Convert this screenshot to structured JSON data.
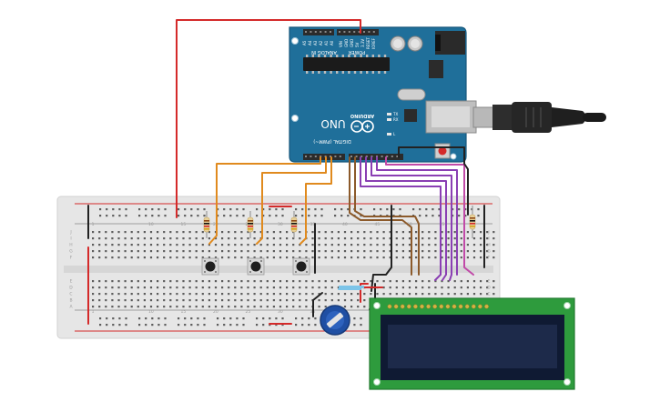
{
  "canvas": {
    "background": "#ffffff"
  },
  "arduino": {
    "name_label": "UNO",
    "brand_label": "ARDUINO",
    "analog_header_label": "ANALOG IN",
    "power_header_label": "POWER",
    "digital_header_label": "DIGITAL (PWM~)",
    "tx_label": "TX",
    "rx_label": "RX",
    "l_label": "L",
    "board_color": "#1f6f9a",
    "logo_icon": "infinity-logo-icon"
  },
  "breadboard": {
    "column_numbers": [
      "1",
      "10",
      "15",
      "20",
      "25",
      "30",
      "35",
      "40",
      "45",
      "50",
      "55"
    ],
    "row_letters_top": [
      "J",
      "I",
      "H",
      "G",
      "F"
    ],
    "row_letters_bottom": [
      "E",
      "D",
      "C",
      "B",
      "A"
    ],
    "rail_plus_color": "#d42a2a",
    "rail_minus_color": "#222222",
    "board_color": "#e8e8e8"
  },
  "lcd": {
    "pcb_color": "#2e9b3d",
    "screen_color": "#1d2a4a",
    "pin_count": 16
  },
  "components": {
    "pushbuttons": 3,
    "pull_resistors": 3,
    "lcd_resistor": 1,
    "potentiometer": 1,
    "usb_cable_icon": "usb-b-cable-icon"
  },
  "wire_colors": {
    "power": "#d42a2a",
    "ground": "#222222",
    "buttons": "#e08a1e",
    "lcd_data": "#8a3fb3",
    "lcd_control": "#8c5a2b",
    "lcd_backlight": "#c14aa8"
  }
}
